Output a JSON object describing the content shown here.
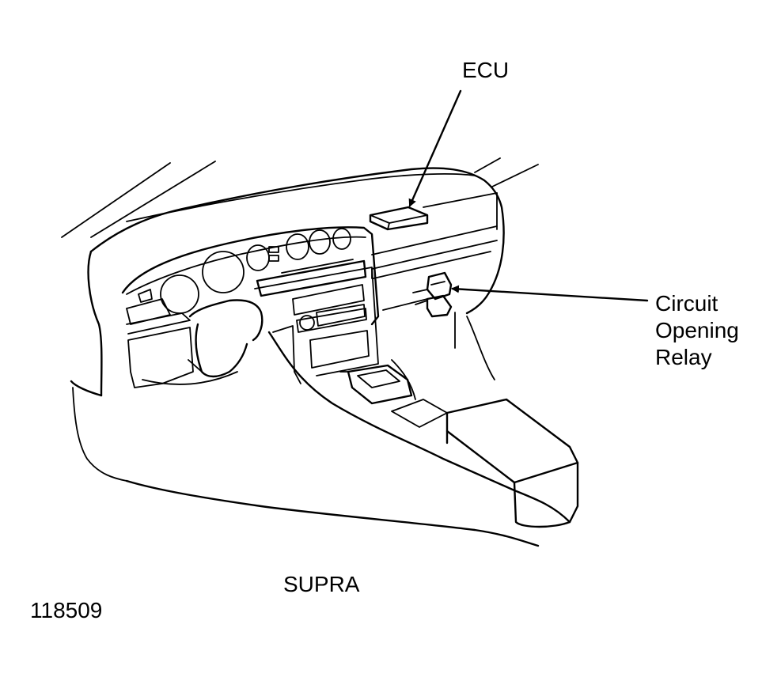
{
  "labels": {
    "ecu": "ECU",
    "relay": [
      "Circuit",
      "Opening",
      "Relay"
    ],
    "model": "SUPRA",
    "figure_number": "118509"
  },
  "colors": {
    "ink": "#000000",
    "paper": "#ffffff"
  }
}
